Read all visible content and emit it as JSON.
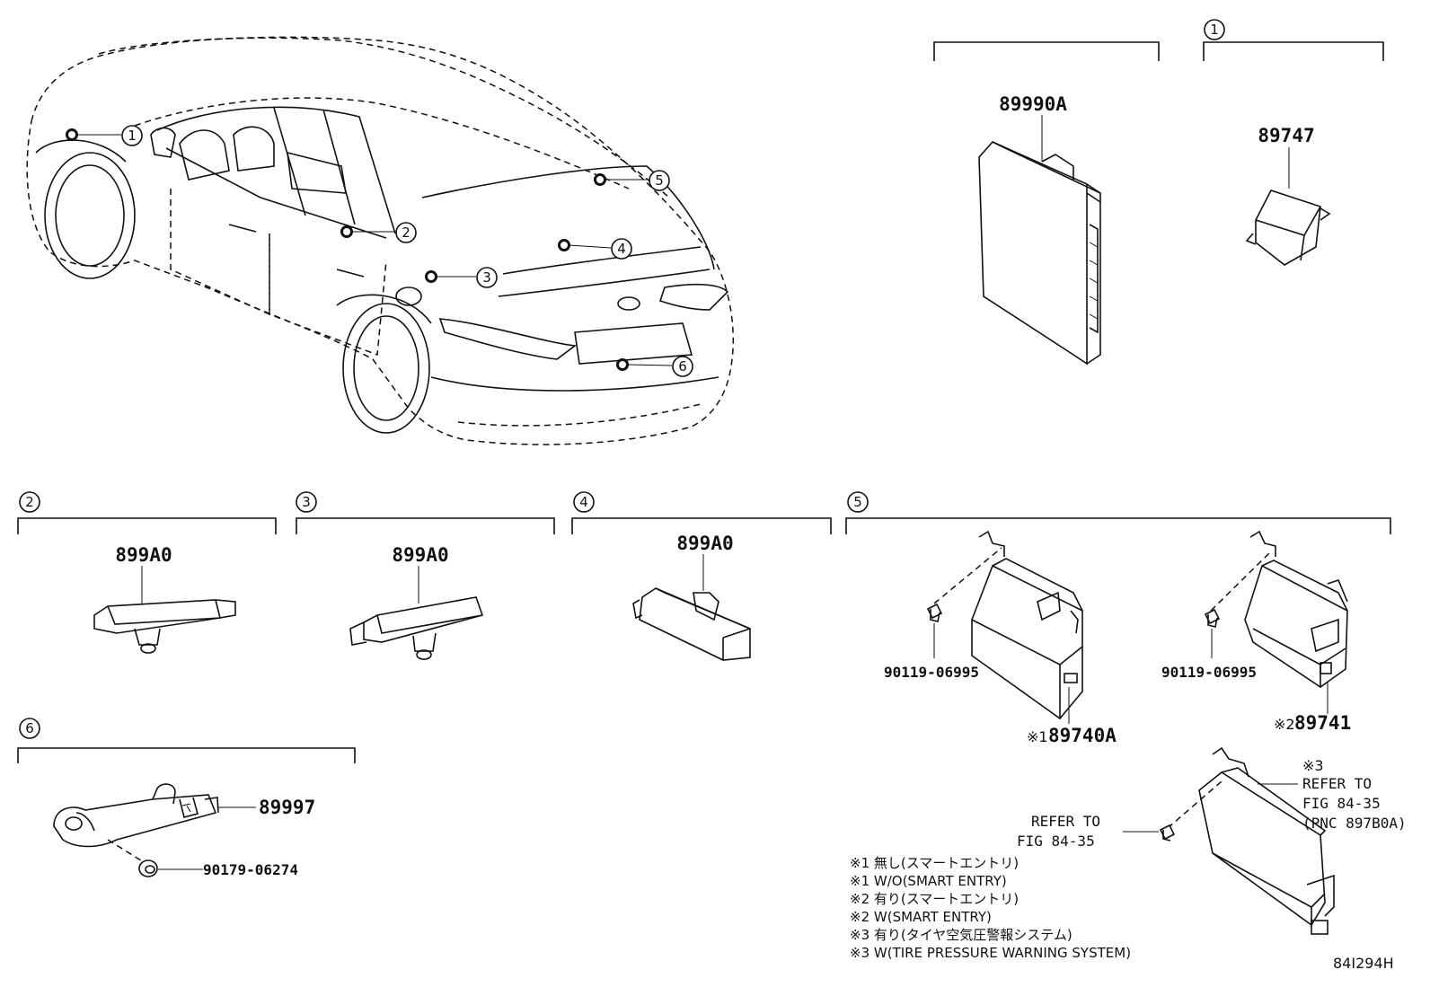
{
  "callouts": [
    "1",
    "2",
    "3",
    "4",
    "5",
    "6"
  ],
  "car_markers": [
    {
      "label": "1"
    },
    {
      "label": "2"
    },
    {
      "label": "3"
    },
    {
      "label": "4"
    },
    {
      "label": "5"
    },
    {
      "label": "6"
    }
  ],
  "groups": {
    "top_left_bracket": {
      "part": "89990A"
    },
    "group1": {
      "callout": "1",
      "part": "89747"
    },
    "group2": {
      "callout": "2",
      "part": "899A0"
    },
    "group3": {
      "callout": "3",
      "part": "899A0"
    },
    "group4": {
      "callout": "4",
      "part": "899A0"
    },
    "group5": {
      "callout": "5",
      "bolt_left": "90119-06995",
      "bolt_right": "90119-06995",
      "part_a": "89740A",
      "part_a_note": "※1",
      "part_b": "89741",
      "part_b_note": "※2"
    },
    "group6": {
      "callout": "6",
      "part": "89997",
      "clip": "90179-06274"
    }
  },
  "refer_left": [
    "REFER TO",
    "FIG 84-35"
  ],
  "refer_right": {
    "note": "※3",
    "lines": [
      "REFER TO",
      "FIG 84-35",
      "(PNC 897B0A)"
    ]
  },
  "legend": [
    "※1 無し(スマートエントリ)",
    "※1 W/O(SMART ENTRY)",
    "※2 有り(スマートエントリ)",
    "※2 W(SMART ENTRY)",
    "※3 有り(タイヤ空気圧警報システム)",
    "※3 W(TIRE PRESSURE WARNING SYSTEM)"
  ],
  "figure_code": "84I294H"
}
